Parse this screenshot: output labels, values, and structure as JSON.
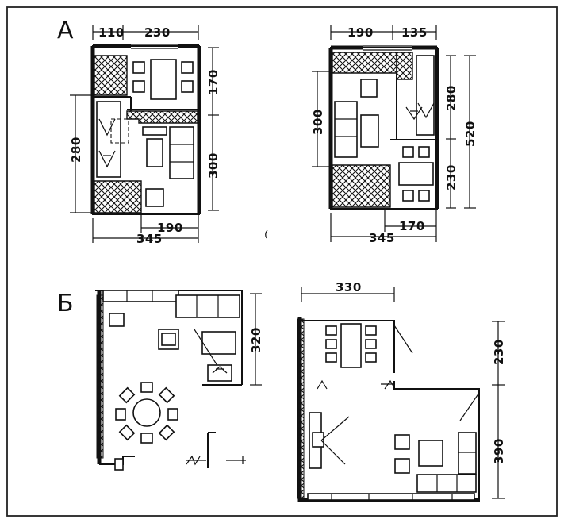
{
  "labels": {
    "section_a": "А",
    "section_b": "Б"
  },
  "plan_a_left": {
    "top_dim_1": "110",
    "top_dim_2": "230",
    "right_dim_1": "170",
    "right_dim_2": "300",
    "left_dim": "280",
    "bottom_dim_1": "190",
    "bottom_dim_2": "345"
  },
  "plan_a_right": {
    "top_dim_1": "190",
    "top_dim_2": "135",
    "left_dim": "300",
    "right_dim_1": "280",
    "right_dim_2": "230",
    "right_dim_total": "520",
    "bottom_dim_1": "170",
    "bottom_dim_2": "345"
  },
  "plan_b_left": {
    "right_dim": "320"
  },
  "plan_b_right": {
    "top_dim": "330",
    "right_dim_1": "230",
    "right_dim_2": "390"
  }
}
